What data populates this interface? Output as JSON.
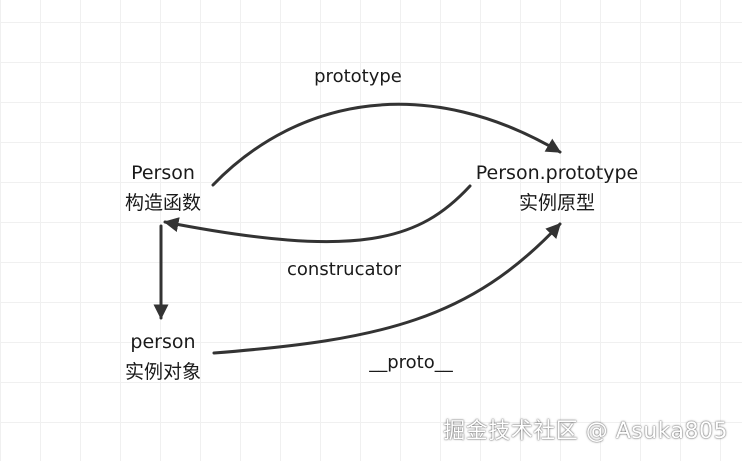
{
  "nodes": {
    "constructor": {
      "name": "Person",
      "caption": "构造函数"
    },
    "prototype": {
      "name": "Person.prototype",
      "caption": "实例原型"
    },
    "instance": {
      "name": "person",
      "caption": "实例对象"
    }
  },
  "edges": {
    "prototype_label": "prototype",
    "constructor_label": "construcator",
    "proto_label": "__proto__"
  },
  "watermark": "掘金技术社区 @ Asuka805",
  "colors": {
    "stroke": "#333333",
    "grid": "#f0f0f0",
    "background": "#ffffff"
  }
}
